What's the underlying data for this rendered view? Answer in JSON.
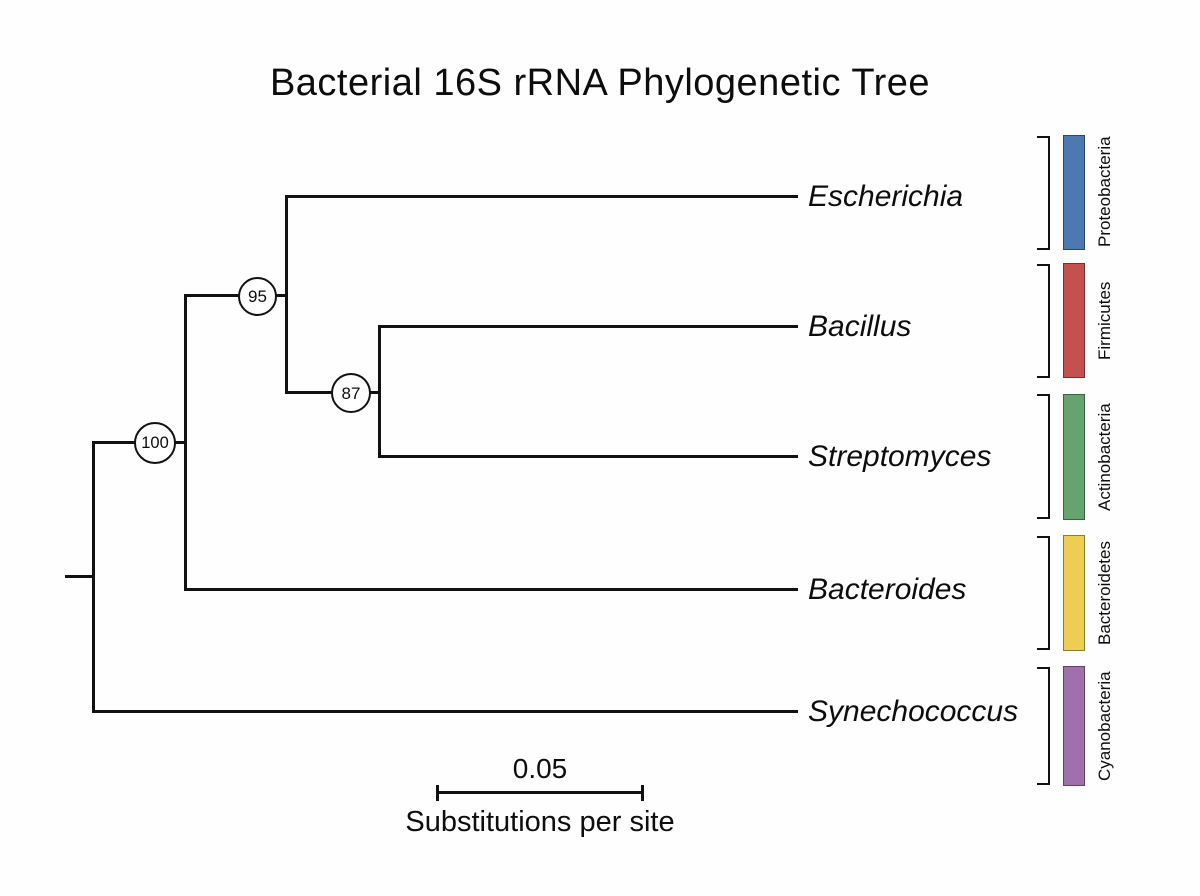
{
  "title": "Bacterial 16S rRNA Phylogenetic Tree",
  "tree": {
    "type": "phylogenetic-tree",
    "taxa": [
      {
        "name": "Escherichia",
        "phylum": "Proteobacteria"
      },
      {
        "name": "Bacillus",
        "phylum": "Firmicutes"
      },
      {
        "name": "Streptomyces",
        "phylum": "Actinobacteria"
      },
      {
        "name": "Bacteroides",
        "phylum": "Bacteroidetes"
      },
      {
        "name": "Synechococcus",
        "phylum": "Cyanobacteria"
      }
    ],
    "nodes": [
      {
        "support": "95",
        "children": [
          "Escherichia",
          "node-87"
        ]
      },
      {
        "support": "87",
        "children": [
          "Bacillus",
          "Streptomyces"
        ]
      },
      {
        "support": "100",
        "children": [
          "node-95",
          "Bacteroides"
        ]
      }
    ],
    "newick": "(((Escherichia,(Bacillus,Streptomyces)87)95,Bacteroides)100,Synechococcus);"
  },
  "phyla": [
    {
      "name": "Proteobacteria",
      "color": "#4D79B2"
    },
    {
      "name": "Firmicutes",
      "color": "#C5514E"
    },
    {
      "name": "Actinobacteria",
      "color": "#66A46F"
    },
    {
      "name": "Bacteroidetes",
      "color": "#EDCD52"
    },
    {
      "name": "Cyanobacteria",
      "color": "#A16FAD"
    }
  ],
  "scale_bar": {
    "value": "0.05",
    "caption": "Substitutions per site"
  }
}
